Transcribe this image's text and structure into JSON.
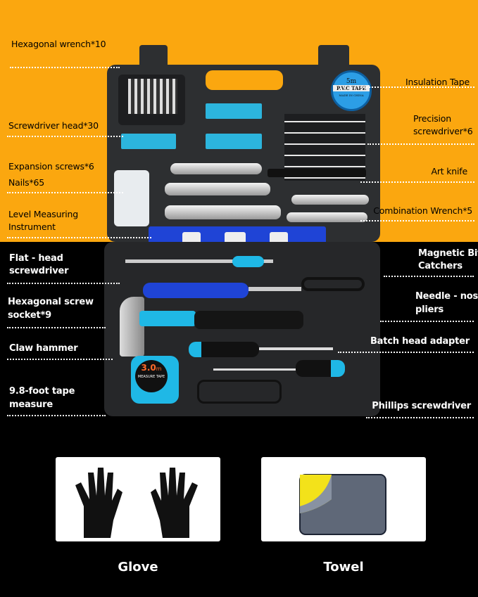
{
  "colors": {
    "top_background": "#FBA70F",
    "bottom_background": "#000000",
    "accent": "#1FB8E6",
    "level_blue": "#1f44d6"
  },
  "top_labels": {
    "hex_wrench": "Hexagonal wrench*10",
    "screwdriver_head": "Screwdriver head*30",
    "expansion_screws": "Expansion screws*6",
    "nails": "Nails*65",
    "level_1": "Level Measuring",
    "level_2": "Instrument",
    "insulation_tape": "Insulation Tape",
    "precision_1": "Precision",
    "precision_2": "screwdriver*6",
    "art_knife": "Art knife",
    "combination_wrench": "Combination Wrench*5"
  },
  "bottom_labels": {
    "flat_head_1": "Flat - head",
    "flat_head_2": "screwdriver",
    "hex_socket_1": "Hexagonal screw",
    "hex_socket_2": "socket*9",
    "claw_hammer": "Claw hammer",
    "tape_measure_1": "9.8-foot tape",
    "tape_measure_2": "measure",
    "magnetic_1": "Magnetic Bit",
    "magnetic_2": "Catchers",
    "needle_1": "Needle - nose",
    "needle_2": "pliers",
    "batch_adapter": "Batch head adapter",
    "phillips": "Phillips screwdriver"
  },
  "product_text": {
    "tape_length": "5m",
    "tape_brand": "P.V.C TAPE",
    "tape_origin": "MADE IN CHINA",
    "measure_value": "3.0",
    "measure_unit": "m",
    "measure_label": "MEASURE TAPE"
  },
  "extras": [
    {
      "label": "Glove",
      "icon": "glove-icon"
    },
    {
      "label": "Towel",
      "icon": "towel-icon"
    }
  ]
}
